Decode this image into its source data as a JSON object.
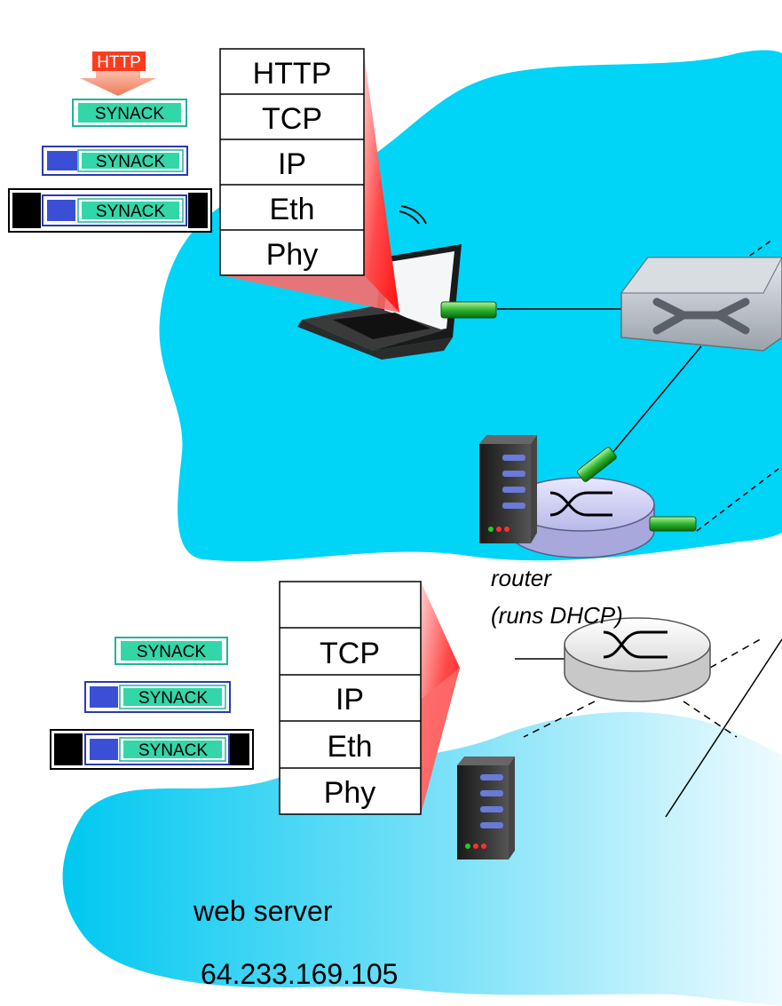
{
  "colors": {
    "cloud_top": "#00d0f5",
    "cloud_bottom_left": "#00ccf0",
    "cloud_bottom_right": "#e8f9ff",
    "http_box": "#ff3b1f",
    "synack_fill": "#33d6a8",
    "ip_header": "#3b4fd6",
    "frame_header": "#000000",
    "beam": "#ff2020",
    "connector": "#22aa22"
  },
  "client_stack": {
    "layers": [
      "HTTP",
      "TCP",
      "IP",
      "Eth",
      "Phy"
    ]
  },
  "server_stack": {
    "layers": [
      "",
      "TCP",
      "IP",
      "Eth",
      "Phy"
    ]
  },
  "client_packets": {
    "http_label": "HTTP",
    "segment_label": "SYNACK",
    "datagram_label": "SYNACK",
    "frame_label": "SYNACK"
  },
  "server_packets": {
    "segment_label": "SYNACK",
    "datagram_label": "SYNACK",
    "frame_label": "SYNACK"
  },
  "router_label": {
    "line1": "router",
    "line2": "(runs DHCP)"
  },
  "web_server": {
    "label": "web server",
    "ip": "64.233.169.105"
  },
  "icons": [
    "laptop-icon",
    "switch-icon",
    "router-icon",
    "server-icon",
    "wifi-icon"
  ]
}
